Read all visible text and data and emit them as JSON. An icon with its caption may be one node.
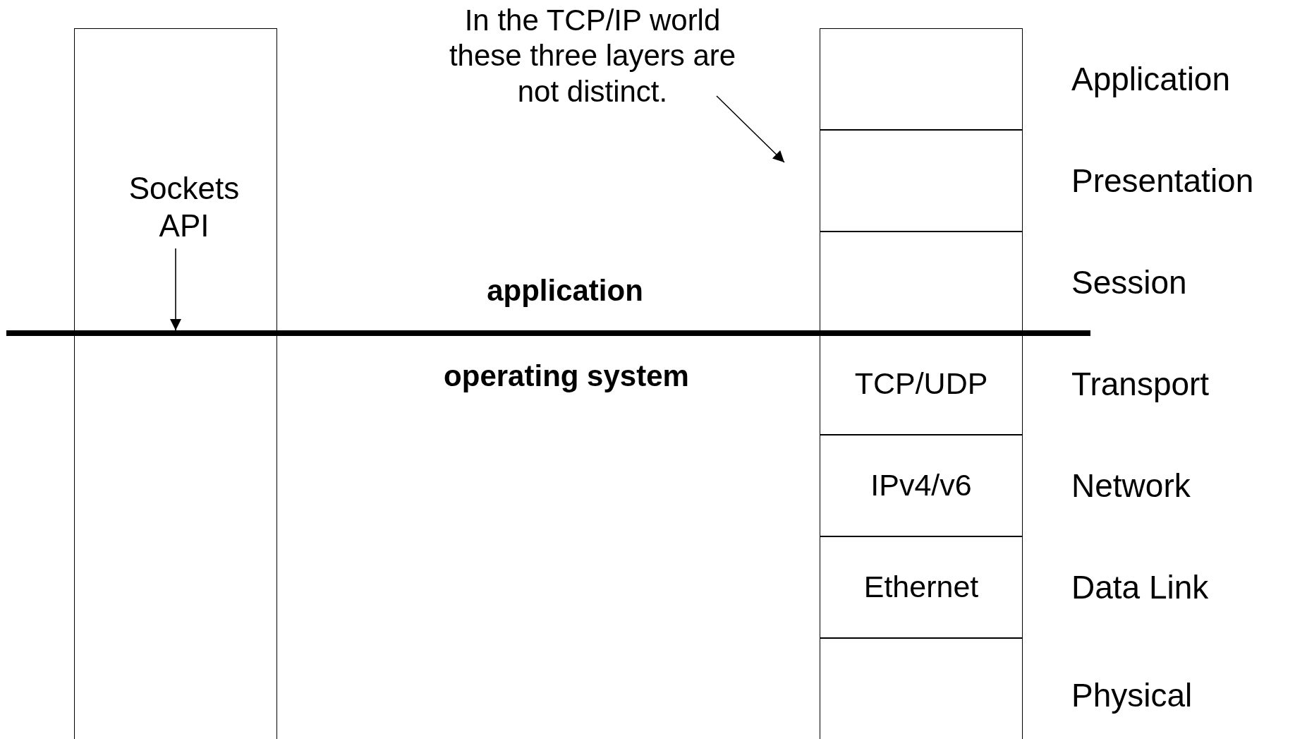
{
  "diagram": {
    "nodes": [
      {
        "text": [],
        "shape": "box"
      },
      {
        "text": [
          "Sockets API"
        ],
        "in": 0
      },
      {
        "text": [],
        "shape": "bar"
      },
      {
        "text": [
          "In the TCP/IP world these three layers are not distinct."
        ]
      },
      {
        "text": [],
        "shape": "box",
        "beside": [
          "Application"
        ]
      },
      {
        "text": [],
        "shape": "box",
        "beside": [
          "Presentation"
        ]
      },
      {
        "text": [],
        "shape": "box",
        "beside": [
          "Session"
        ]
      },
      {
        "text": [
          "TCP/UDP"
        ],
        "beside": [
          "Transport"
        ]
      },
      {
        "text": [
          "IPv4/v6"
        ],
        "beside": [
          "Network"
        ]
      },
      {
        "text": [
          "Ethernet"
        ],
        "beside": [
          "Data Link"
        ]
      },
      {
        "text": [],
        "shape": "box",
        "beside": [
          "Physical"
        ]
      }
    ],
    "edges": [
      {
        "from": 1,
        "to": 2,
        "arrow": "to"
      },
      {
        "from": 3,
        "to": null,
        "arrow": "to"
      }
    ],
    "labels": [
      "application",
      "operating system"
    ]
  }
}
